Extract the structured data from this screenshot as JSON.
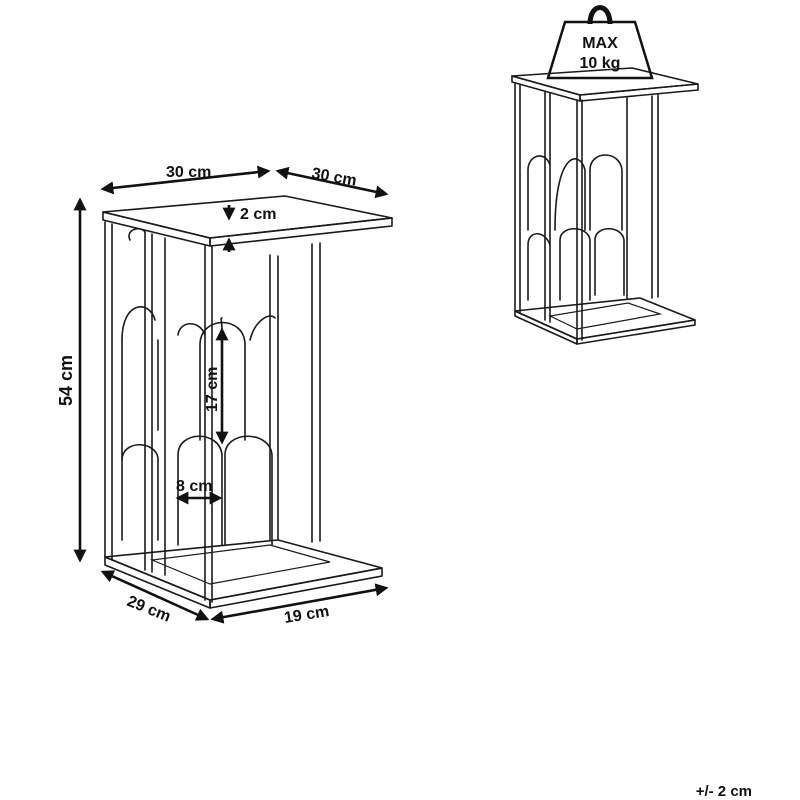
{
  "dimensions": {
    "top_width": "30 cm",
    "top_depth": "30 cm",
    "top_thickness": "2 cm",
    "height": "54 cm",
    "arch_height": "17 cm",
    "arch_width": "8 cm",
    "base_depth": "29 cm",
    "base_width": "19 cm"
  },
  "weight_badge": {
    "line1": "MAX",
    "line2": "10 kg"
  },
  "tolerance": "+/- 2 cm"
}
